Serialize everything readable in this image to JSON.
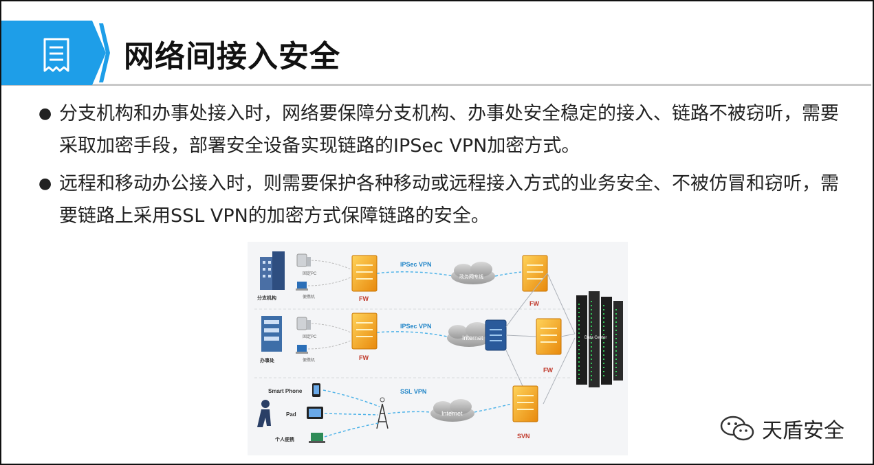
{
  "header": {
    "title": "网络间接入安全"
  },
  "bullets": [
    {
      "text": "分支机构和办事处接入时，网络要保障分支机构、办事处安全稳定的接入、链路不被窃听，需要采取加密手段，部署安全设备实现链路的IPSec VPN加密方式。"
    },
    {
      "text": "远程和移动办公接入时，则需要保护各种移动或远程接入方式的业务安全、不被仿冒和窃听，需要链路上采用SSL VPN的加密方式保障链路的安全。"
    }
  ],
  "diagram": {
    "branch_label": "分支机构",
    "office_label": "办事处",
    "pc_label": "固定PC",
    "laptop_label": "便携机",
    "fw_label": "FW",
    "ipsec_label": "IPSec VPN",
    "ssl_label": "SSL VPN",
    "gov_cloud_label": "政务网专线",
    "internet_label": "Internet",
    "svn_label": "SVN",
    "datacenter_label": "Data Center",
    "smartphone_label": "Smart Phone",
    "pad_label": "Pad",
    "personal_label": "个人便携"
  },
  "watermark": {
    "text": "天盾安全"
  },
  "colors": {
    "accent": "#1e9ee8",
    "fw": "#f4a21c",
    "link": "#4fb3e8"
  }
}
